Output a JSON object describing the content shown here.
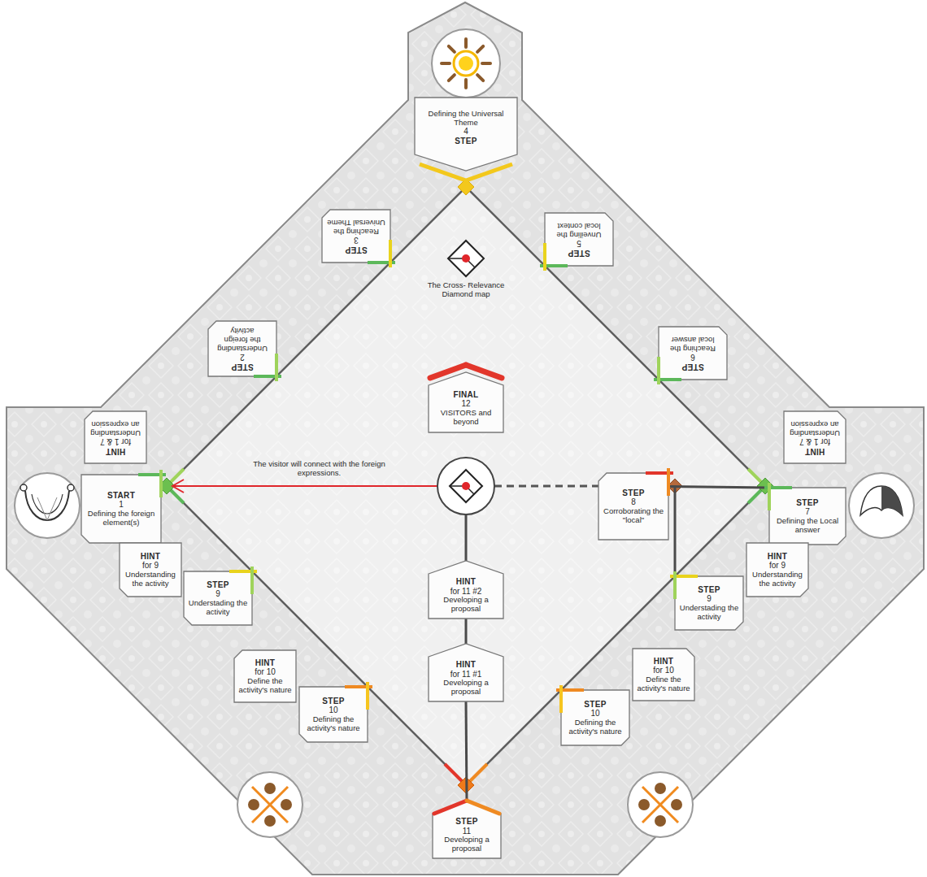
{
  "diagram": {
    "nodes": [
      {
        "text": [
          "Defining the Universal Theme",
          "4",
          "STEP"
        ]
      },
      {
        "text": [
          "STEP",
          "3",
          "Reaching the Universal Theme"
        ]
      },
      {
        "text": [
          "STEP",
          "5",
          "Unveiling the local context"
        ]
      },
      {
        "text": [
          "STEP",
          "2",
          "Understanding the foreign activity"
        ]
      },
      {
        "text": [
          "STEP",
          "6",
          "Reaching the local answer"
        ]
      },
      {
        "text": [
          "FINAL",
          "12",
          "VISITORS and beyond"
        ]
      },
      {
        "text": [
          "HINT",
          "for 1 & 7",
          "Understanding an expression"
        ]
      },
      {
        "text": [
          "HINT",
          "for 1 & 7",
          "Understanding an expression"
        ]
      },
      {
        "text": [
          "START",
          "1",
          "Defining the foreign element(s)"
        ]
      },
      {
        "text": [
          "STEP",
          "8",
          "Corroborating the \"local\""
        ]
      },
      {
        "text": [
          "STEP",
          "7",
          "Defining the Local answer"
        ]
      },
      {
        "text": [
          "HINT",
          "for 9",
          "Understanding the activity"
        ]
      },
      {
        "text": [
          "STEP",
          "9",
          "Understading the activity"
        ]
      },
      {
        "text": [
          "HINT",
          "for 11 #2",
          "Developing a proposal"
        ]
      },
      {
        "text": [
          "STEP",
          "9",
          "Understading the activity"
        ]
      },
      {
        "text": [
          "HINT",
          "for 9",
          "Understanding the activity"
        ]
      },
      {
        "text": [
          "HINT",
          "for 10",
          "Define the activity's nature"
        ]
      },
      {
        "text": [
          "STEP",
          "10",
          "Defining the activity's nature"
        ]
      },
      {
        "text": [
          "HINT",
          "for 11 #1",
          "Developing a proposal"
        ]
      },
      {
        "text": [
          "STEP",
          "10",
          "Defining the activity's nature"
        ]
      },
      {
        "text": [
          "HINT",
          "for 10",
          "Define the activity's nature"
        ]
      },
      {
        "text": [
          "STEP",
          "11",
          "Developing a proposal"
        ]
      }
    ],
    "edges": [
      {
        "from": 13,
        "to": 18,
        "arrow": "none"
      },
      {
        "from": 18,
        "to": 21,
        "arrow": "none"
      },
      {
        "from": 9,
        "to": 10,
        "arrow": "none"
      },
      {
        "from": 9,
        "to": 14,
        "arrow": "none"
      }
    ],
    "labels": [
      "The Cross- Relevance Diamond map",
      "The visitor will connect with the foreign expressions."
    ]
  }
}
